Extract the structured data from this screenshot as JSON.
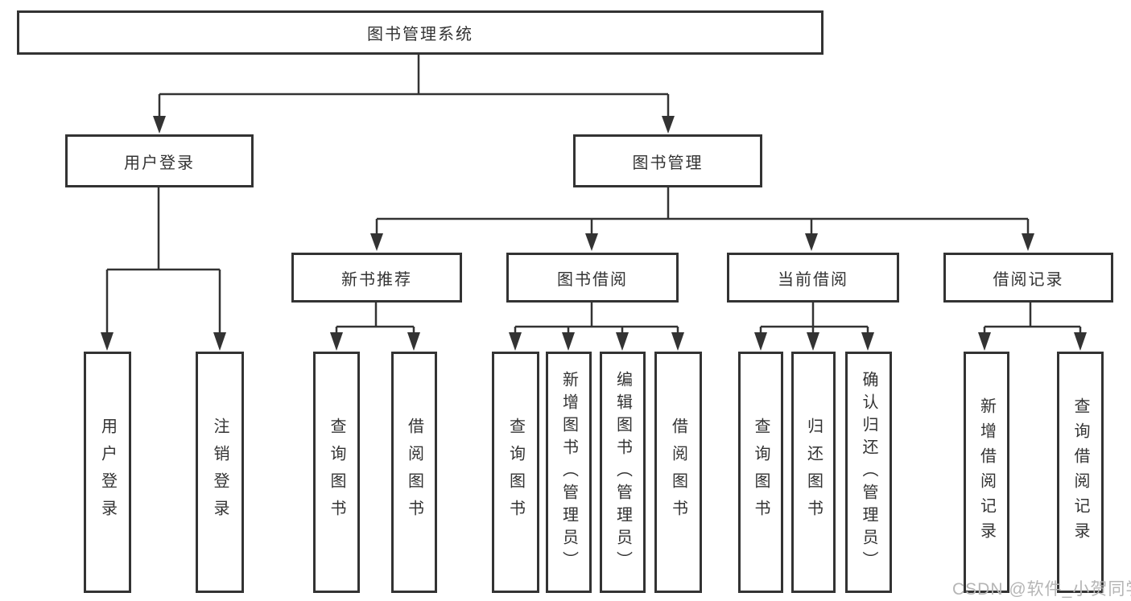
{
  "diagram": {
    "type": "hierarchy-diagram",
    "root": {
      "label": "图书管理系统"
    },
    "branches": [
      {
        "label": "用户登录",
        "children": [
          {
            "label": "用户登录"
          },
          {
            "label": "注销登录"
          }
        ]
      },
      {
        "label": "图书管理",
        "children": [
          {
            "label": "新书推荐",
            "children": [
              {
                "label": "查询图书"
              },
              {
                "label": "借阅图书"
              }
            ]
          },
          {
            "label": "图书借阅",
            "children": [
              {
                "label": "查询图书"
              },
              {
                "label": "新增图书（管理员）"
              },
              {
                "label": "编辑图书（管理员）"
              },
              {
                "label": "借阅图书"
              }
            ]
          },
          {
            "label": "当前借阅",
            "children": [
              {
                "label": "查询图书"
              },
              {
                "label": "归还图书"
              },
              {
                "label": "确认归还（管理员）"
              }
            ]
          },
          {
            "label": "借阅记录",
            "children": [
              {
                "label": "新增借阅记录"
              },
              {
                "label": "查询借阅记录"
              }
            ]
          }
        ]
      }
    ],
    "watermark": "CSDN @软件_小贺同学",
    "colors": {
      "line": "#333333",
      "text": "#333333",
      "background": "#ffffff",
      "watermark": "#b5b5b5"
    }
  }
}
